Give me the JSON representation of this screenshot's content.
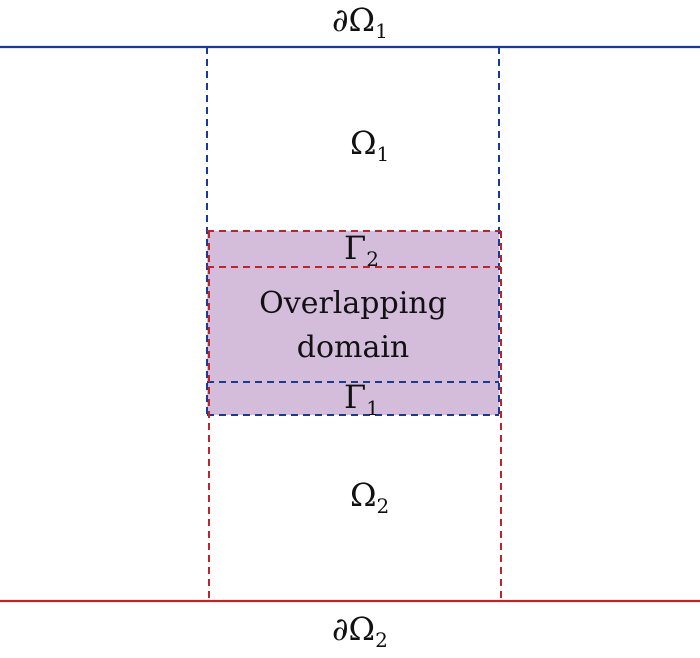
{
  "colors": {
    "domain1": "#1a3a99",
    "domain2": "#c0242b",
    "overlap_fill": "#d3bddb"
  },
  "labels": {
    "boundary_top": {
      "symbol": "∂Ω",
      "subscript": "1"
    },
    "omega1": {
      "symbol": "Ω",
      "subscript": "1"
    },
    "gamma2": {
      "symbol": "Γ",
      "subscript": "2"
    },
    "overlap_line1": "Overlapping",
    "overlap_line2": "domain",
    "gamma1": {
      "symbol": "Γ",
      "subscript": "1"
    },
    "omega2": {
      "symbol": "Ω",
      "subscript": "2"
    },
    "boundary_bottom": {
      "symbol": "∂Ω",
      "subscript": "2"
    }
  }
}
